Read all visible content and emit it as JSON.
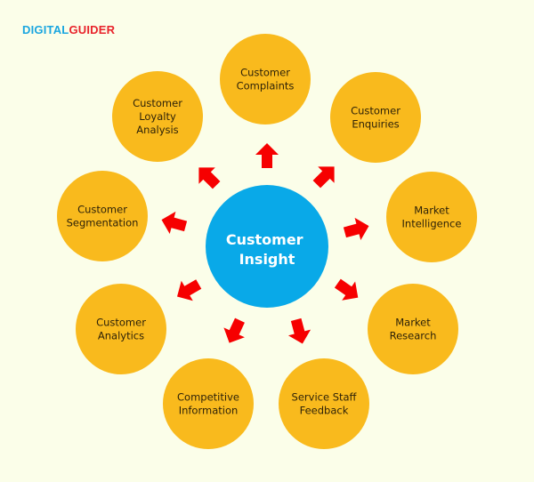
{
  "logo": {
    "part1": "DIGITAL",
    "part2": "GUIDER"
  },
  "center": {
    "lines": [
      "Customer",
      "Insight"
    ]
  },
  "nodes": [
    {
      "id": "customer-complaints",
      "lines": [
        "Customer",
        "Complaints"
      ]
    },
    {
      "id": "customer-enquiries",
      "lines": [
        "Customer",
        "Enquiries"
      ]
    },
    {
      "id": "market-intelligence",
      "lines": [
        "Market",
        "Intelligence"
      ]
    },
    {
      "id": "market-research",
      "lines": [
        "Market",
        "Research"
      ]
    },
    {
      "id": "service-staff-feedback",
      "lines": [
        "Service Staff",
        "Feedback"
      ]
    },
    {
      "id": "competitive-information",
      "lines": [
        "Competitive",
        "Information"
      ]
    },
    {
      "id": "customer-analytics",
      "lines": [
        "Customer",
        "Analytics"
      ]
    },
    {
      "id": "customer-segmentation",
      "lines": [
        "Customer",
        "Segmentation"
      ]
    },
    {
      "id": "customer-loyalty-analysis",
      "lines": [
        "Customer",
        "Loyalty",
        "Analysis"
      ]
    }
  ],
  "colors": {
    "background": "#FBFEE9",
    "node": "#F9BA1D",
    "center": "#09A9E8",
    "arrow": "#F60000",
    "logo_primary": "#1AA6E0",
    "logo_accent": "#E8232B"
  }
}
